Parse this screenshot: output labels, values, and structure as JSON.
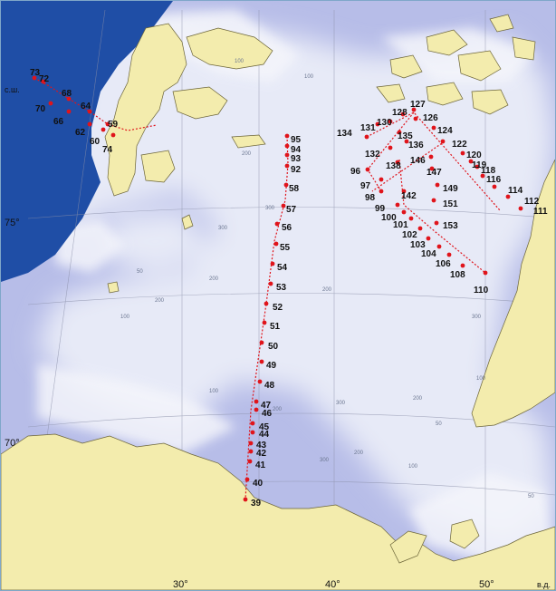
{
  "map": {
    "colors": {
      "deep_water": "#1f4ea6",
      "sea": "#b7bde8",
      "shelf": "#e7eaf7",
      "land": "#f3ecad",
      "coast": "#6b6438",
      "station": "#e0141b",
      "grid": "#8a8fa8"
    },
    "axis_labels": {
      "lon30": "30°",
      "lon40": "40°",
      "lon50": "50°",
      "lon_unit": "в.д.",
      "lat75": "75°",
      "lat70": "70°",
      "lat_unit": "с.ш."
    },
    "depth_labels": [
      "100",
      "200",
      "300",
      "50",
      "100",
      "200",
      "300",
      "200",
      "100",
      "300",
      "200",
      "100",
      "50",
      "200",
      "100",
      "300",
      "200",
      "100",
      "200",
      "300",
      "50"
    ]
  },
  "stations": [
    {
      "label": "73"
    },
    {
      "label": "72"
    },
    {
      "label": "68"
    },
    {
      "label": "70"
    },
    {
      "label": "64"
    },
    {
      "label": "66"
    },
    {
      "label": "62"
    },
    {
      "label": "60"
    },
    {
      "label": "59"
    },
    {
      "label": "74"
    },
    {
      "label": "95"
    },
    {
      "label": "94"
    },
    {
      "label": "93"
    },
    {
      "label": "92"
    },
    {
      "label": "58"
    },
    {
      "label": "57"
    },
    {
      "label": "56"
    },
    {
      "label": "55"
    },
    {
      "label": "54"
    },
    {
      "label": "53"
    },
    {
      "label": "52"
    },
    {
      "label": "51"
    },
    {
      "label": "50"
    },
    {
      "label": "49"
    },
    {
      "label": "48"
    },
    {
      "label": "47"
    },
    {
      "label": "46"
    },
    {
      "label": "45"
    },
    {
      "label": "44"
    },
    {
      "label": "43"
    },
    {
      "label": "42"
    },
    {
      "label": "41"
    },
    {
      "label": "40"
    },
    {
      "label": "39"
    },
    {
      "label": "127"
    },
    {
      "label": "128"
    },
    {
      "label": "126"
    },
    {
      "label": "130"
    },
    {
      "label": "131"
    },
    {
      "label": "134"
    },
    {
      "label": "135"
    },
    {
      "label": "136"
    },
    {
      "label": "124"
    },
    {
      "label": "132"
    },
    {
      "label": "122"
    },
    {
      "label": "146"
    },
    {
      "label": "120"
    },
    {
      "label": "119"
    },
    {
      "label": "118"
    },
    {
      "label": "116"
    },
    {
      "label": "114"
    },
    {
      "label": "112"
    },
    {
      "label": "111"
    },
    {
      "label": "138"
    },
    {
      "label": "147"
    },
    {
      "label": "96"
    },
    {
      "label": "97"
    },
    {
      "label": "149"
    },
    {
      "label": "98"
    },
    {
      "label": "142"
    },
    {
      "label": "151"
    },
    {
      "label": "99"
    },
    {
      "label": "100"
    },
    {
      "label": "101"
    },
    {
      "label": "153"
    },
    {
      "label": "102"
    },
    {
      "label": "103"
    },
    {
      "label": "104"
    },
    {
      "label": "106"
    },
    {
      "label": "108"
    },
    {
      "label": "110"
    }
  ]
}
